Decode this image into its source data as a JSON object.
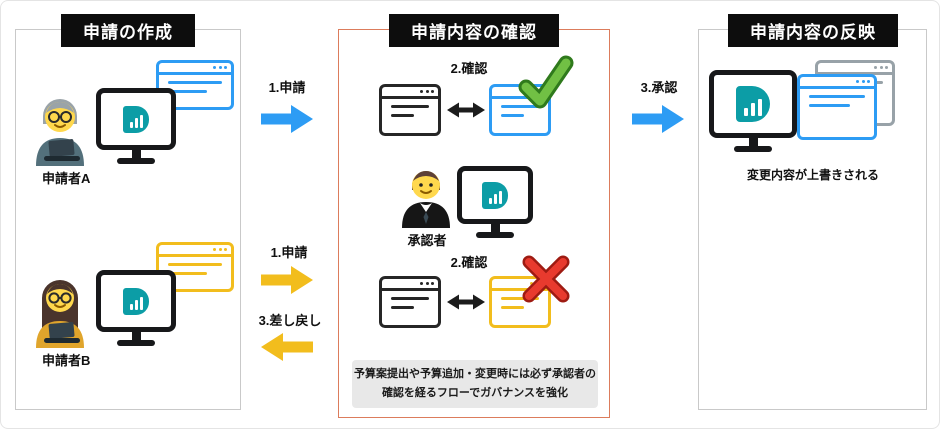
{
  "panels": {
    "create": {
      "title": "申請の作成",
      "applicant_a": "申請者A",
      "applicant_b": "申請者B"
    },
    "review": {
      "title": "申請内容の確認",
      "confirm_top": "2.確認",
      "confirm_bottom": "2.確認",
      "approver": "承認者",
      "note_line1": "予算案提出や予算追加・変更時には必ず承認者の",
      "note_line2": "確認を経るフローでガバナンスを強化"
    },
    "apply": {
      "title": "申請内容の反映",
      "caption": "変更内容が上書きされる"
    }
  },
  "arrows": {
    "submit_top": "1.申請",
    "submit_bottom": "1.申請",
    "send_back": "3.差し戻し",
    "approve": "3.承認"
  },
  "icons": {
    "check_icon": "green-checkmark",
    "cross_icon": "red-x",
    "double_arrow_icon": "black-double-arrow",
    "person_a_icon": "man-with-glasses-and-laptop",
    "person_b_icon": "woman-with-glasses-and-laptop",
    "approver_icon": "man-in-suit",
    "monitor_icon": "desktop-monitor-with-logo",
    "browser_icon": "browser-window"
  },
  "colors": {
    "blue": "#2D9CF4",
    "yellow": "#F2BD1D",
    "green": "#71C044",
    "red": "#E83A2E",
    "review_panel_border": "#DC7C5C",
    "panel_border": "#C9C9C9",
    "header_bg": "#0D0D0D",
    "note_bg": "#E8E8E8",
    "logo_teal": "#0C9DA6"
  }
}
